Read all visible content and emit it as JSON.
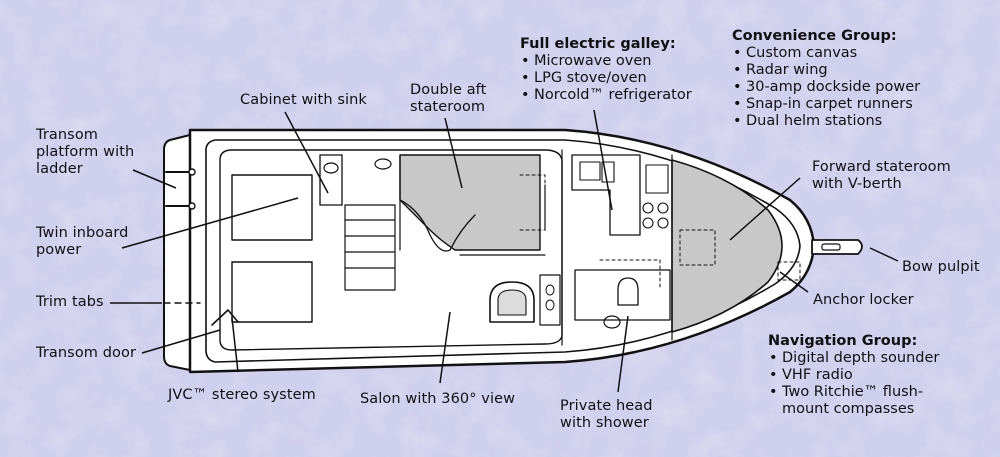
{
  "colors": {
    "background": "#cfcfee",
    "mottle": "#b4b4df",
    "hull_fill": "#ffffff",
    "stateroom_fill": "#c8c8c8",
    "ink": "#111111"
  },
  "labels": {
    "transom_platform": "Transom\nplatform with\nladder",
    "twin_inboard": "Twin inboard\npower",
    "trim_tabs": "Trim tabs",
    "transom_door": "Transom door",
    "jvc_stereo": "JVC™ stereo system",
    "salon": "Salon with 360° view",
    "cabinet_sink": "Cabinet with sink",
    "double_aft": "Double aft\nstateroom",
    "private_head": "Private head\nwith shower",
    "forward_stateroom": "Forward stateroom\nwith V-berth",
    "bow_pulpit": "Bow pulpit",
    "anchor_locker": "Anchor locker"
  },
  "galley": {
    "title": "Full electric galley:",
    "items": [
      "Microwave oven",
      "LPG stove/oven",
      "Norcold™ refrigerator"
    ]
  },
  "convenience": {
    "title": "Convenience Group:",
    "items": [
      "Custom canvas",
      "Radar wing",
      "30-amp dockside power",
      "Snap-in carpet runners",
      "Dual helm stations"
    ]
  },
  "navigation": {
    "title": "Navigation Group:",
    "items": [
      "Digital depth sounder",
      "VHF radio",
      "Two Ritchie™ flush-\nmount compasses"
    ]
  }
}
